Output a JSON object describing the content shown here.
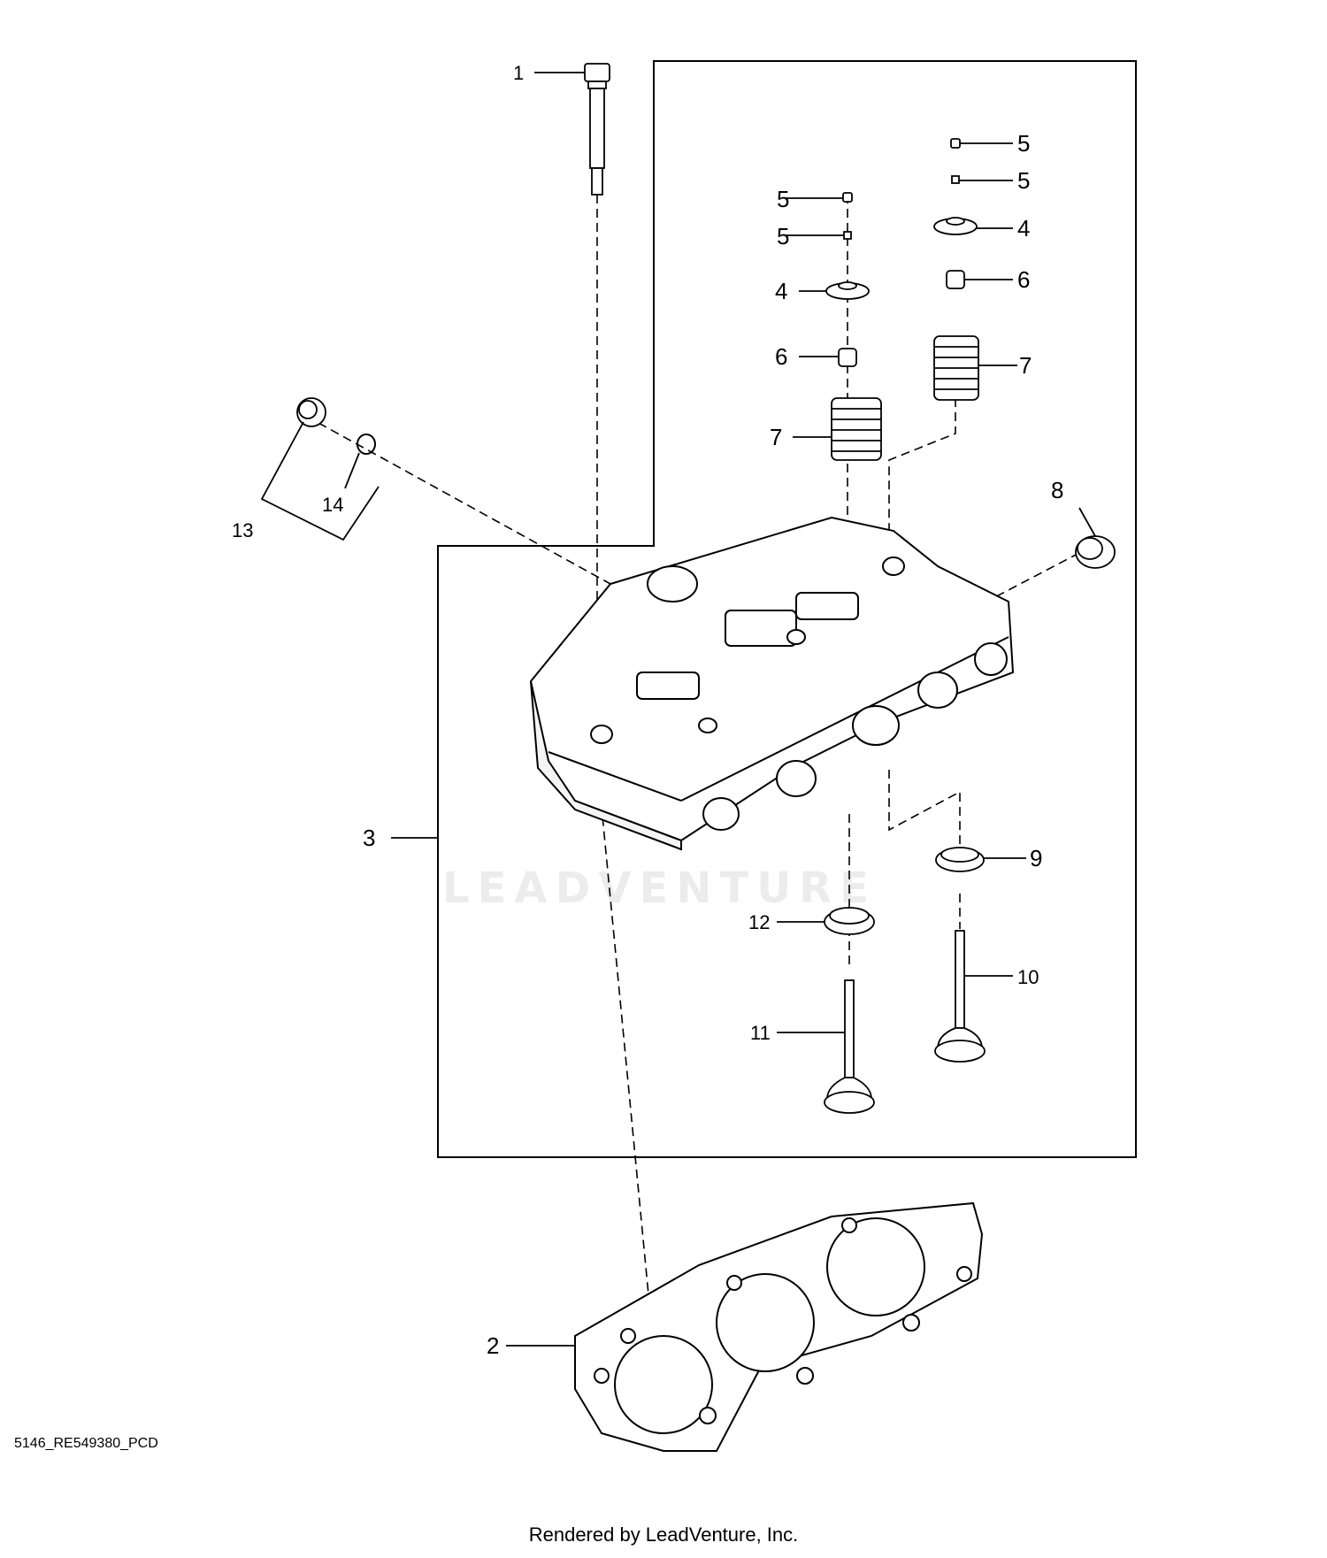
{
  "diagram": {
    "callouts": [
      {
        "id": "c1",
        "label": "1"
      },
      {
        "id": "c2",
        "label": "2"
      },
      {
        "id": "c3",
        "label": "3"
      },
      {
        "id": "c4a",
        "label": "4"
      },
      {
        "id": "c4b",
        "label": "4"
      },
      {
        "id": "c5a",
        "label": "5"
      },
      {
        "id": "c5b",
        "label": "5"
      },
      {
        "id": "c5c",
        "label": "5"
      },
      {
        "id": "c5d",
        "label": "5"
      },
      {
        "id": "c6a",
        "label": "6"
      },
      {
        "id": "c6b",
        "label": "6"
      },
      {
        "id": "c7a",
        "label": "7"
      },
      {
        "id": "c7b",
        "label": "7"
      },
      {
        "id": "c8",
        "label": "8"
      },
      {
        "id": "c9",
        "label": "9"
      },
      {
        "id": "c10",
        "label": "10"
      },
      {
        "id": "c11",
        "label": "11"
      },
      {
        "id": "c12",
        "label": "12"
      },
      {
        "id": "c13",
        "label": "13"
      },
      {
        "id": "c14",
        "label": "14"
      }
    ],
    "watermark": "LEADVENTURE",
    "figure_code": "5146_RE549380_PCD",
    "footer": "Rendered by LeadVenture, Inc."
  }
}
